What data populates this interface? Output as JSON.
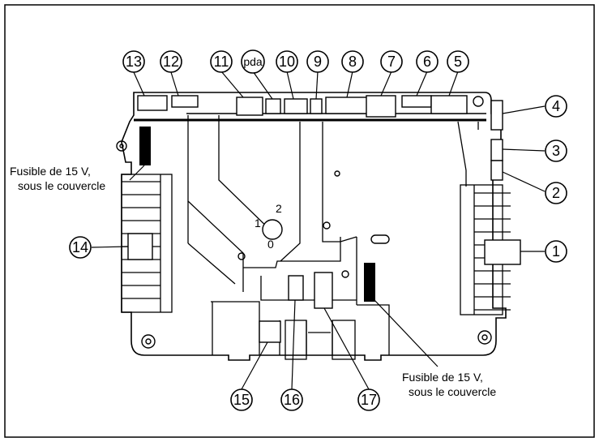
{
  "diagram": {
    "callouts": [
      {
        "id": "1",
        "label": "1"
      },
      {
        "id": "2",
        "label": "2"
      },
      {
        "id": "3",
        "label": "3"
      },
      {
        "id": "4",
        "label": "4"
      },
      {
        "id": "5",
        "label": "5"
      },
      {
        "id": "6",
        "label": "6"
      },
      {
        "id": "7",
        "label": "7"
      },
      {
        "id": "8",
        "label": "8"
      },
      {
        "id": "9",
        "label": "9"
      },
      {
        "id": "10",
        "label": "10"
      },
      {
        "id": "pda",
        "label": "pda"
      },
      {
        "id": "11",
        "label": "11"
      },
      {
        "id": "12",
        "label": "12"
      },
      {
        "id": "13",
        "label": "13"
      },
      {
        "id": "14",
        "label": "14"
      },
      {
        "id": "15",
        "label": "15"
      },
      {
        "id": "16",
        "label": "16"
      },
      {
        "id": "17",
        "label": "17"
      }
    ],
    "fuse_left": {
      "line1": "Fusible de 15 V,",
      "line2": "sous le couvercle"
    },
    "fuse_bottom": {
      "line1": "Fusible de 15 V,",
      "line2": "sous le couvercle"
    },
    "dial": {
      "n2": "2",
      "n1": "1",
      "n0": "0"
    }
  }
}
